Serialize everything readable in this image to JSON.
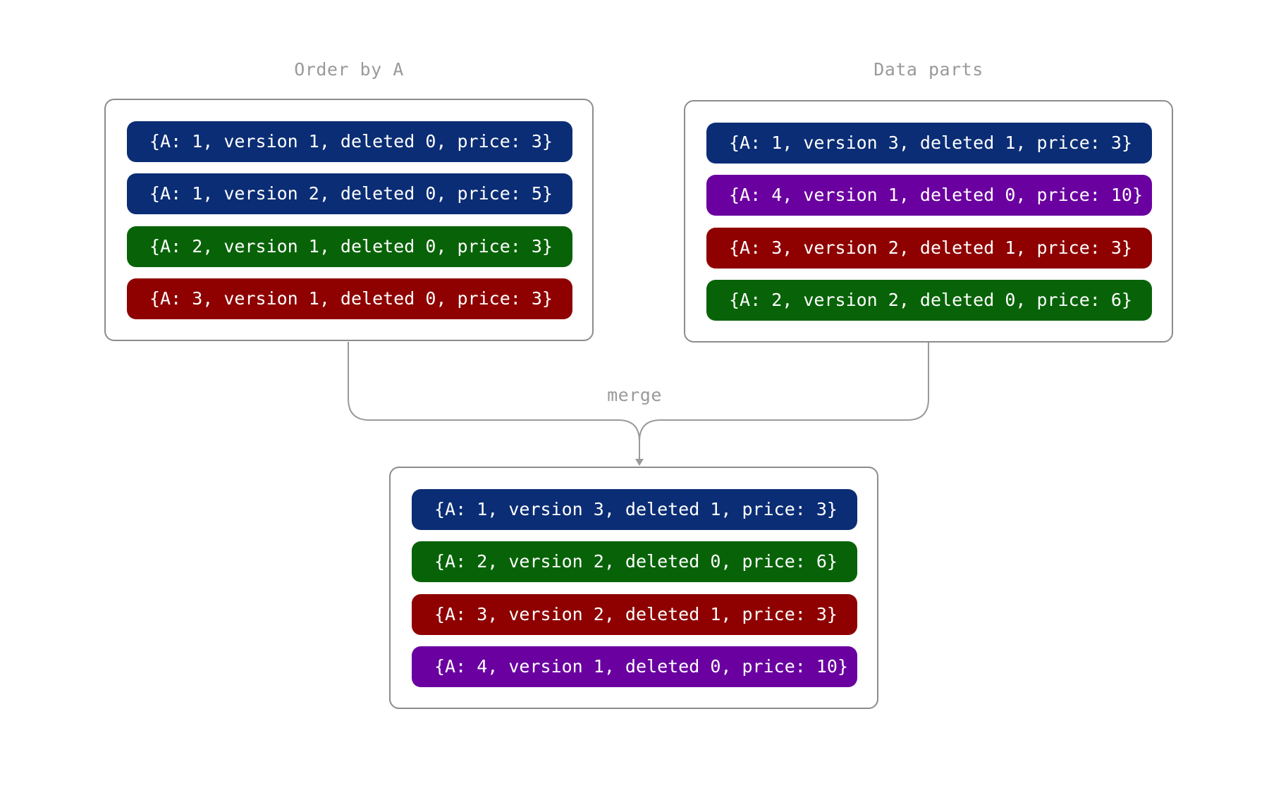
{
  "left": {
    "title": "Order by A",
    "rows": [
      {
        "text": "{A: 1, version 1, deleted 0, price: 3}",
        "color": "#0b2d75"
      },
      {
        "text": "{A: 1, version 2, deleted 0, price: 5}",
        "color": "#0b2d75"
      },
      {
        "text": "{A: 2, version 1, deleted 0, price: 3}",
        "color": "#086308"
      },
      {
        "text": "{A: 3, version 1, deleted 0, price: 3}",
        "color": "#8f0000"
      }
    ]
  },
  "right": {
    "title": "Data parts",
    "rows": [
      {
        "text": "{A: 1, version 3, deleted 1, price: 3}",
        "color": "#0b2d75"
      },
      {
        "text": "{A: 4, version 1, deleted 0, price: 10}",
        "color": "#6a00a0"
      },
      {
        "text": "{A: 3, version 2, deleted 1, price: 3}",
        "color": "#8f0000"
      },
      {
        "text": "{A: 2, version 2, deleted 0, price: 6}",
        "color": "#086308"
      }
    ]
  },
  "merge_label": "merge",
  "result": {
    "rows": [
      {
        "text": "{A: 1, version 3, deleted 1, price: 3}",
        "color": "#0b2d75"
      },
      {
        "text": "{A: 2, version 2, deleted 0, price: 6}",
        "color": "#086308"
      },
      {
        "text": "{A: 3, version 2, deleted 1, price: 3}",
        "color": "#8f0000"
      },
      {
        "text": "{A: 4, version 1, deleted 0, price: 10}",
        "color": "#6a00a0"
      }
    ]
  }
}
